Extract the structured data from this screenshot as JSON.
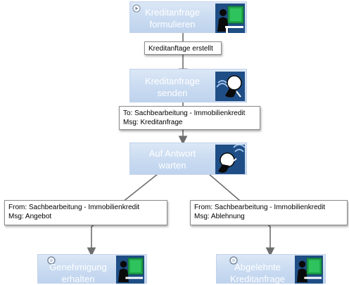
{
  "nodes": {
    "formulate": {
      "label": "Kreditanfrage\nformulieren",
      "icon": "computer-user-icon"
    },
    "send": {
      "label": "Kreditanfrage\nsenden",
      "icon": "send-message-icon"
    },
    "wait": {
      "label": "Auf Antwort\nwarten",
      "icon": "receive-message-icon"
    },
    "approval": {
      "label": "Genehmigung\nerhalten",
      "icon": "computer-user-icon"
    },
    "rejected": {
      "label": "Abgelehnte\nKreditanfrage",
      "icon": "computer-user-icon"
    }
  },
  "messages": {
    "created": "Kreditanftage erstellt",
    "to_request": "To: Sachbearbeitung - Immobilienkredit\nMsg: Kreditanfrage",
    "from_offer": "From: Sachbearbeitung - Immobilienkredit\nMsg: Angebot",
    "from_rejection": "From: Sachbearbeitung - Immobilienkredit\nMsg: Ablehnung"
  },
  "colors": {
    "node_fill": "#c9dbf1",
    "node_text": "#ffffff",
    "icon_bg": "#1f4e86",
    "icon_green": "#1ea34a",
    "connector": "#6e6e6e"
  }
}
